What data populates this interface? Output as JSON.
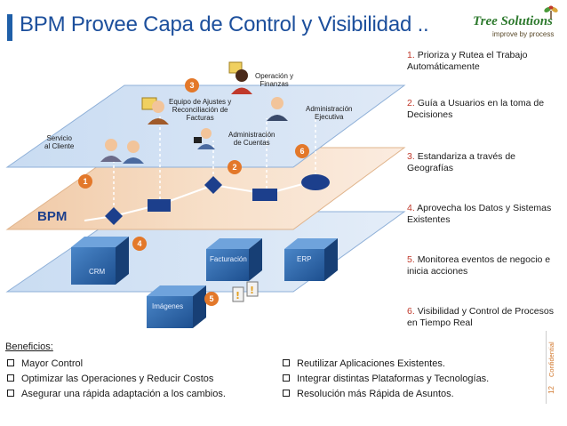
{
  "header": {
    "title": "BPM Provee Capa de Control y Visibilidad ..",
    "logo_name": "Tree Solutions",
    "logo_tagline": "improve by process"
  },
  "diagram": {
    "bpm_label": "BPM",
    "top_layer_labels": {
      "servicio": "Servicio\nal Cliente",
      "equipo": "Equipo de Ajustes y\nReconciliación de\nFacturas",
      "operacion": "Operación y\nFinanzas",
      "admin_ejecutiva": "Administración\nEjecutiva",
      "admin_cuentas": "Administración\nde Cuentas"
    },
    "systems": {
      "crm": "CRM",
      "facturacion": "Facturación",
      "erp": "ERP",
      "imagenes": "Imágenes"
    },
    "badges": [
      "1",
      "2",
      "3",
      "4",
      "5",
      "6"
    ]
  },
  "right_list": [
    {
      "num": "1.",
      "text": "Prioriza y Rutea el Trabajo Automáticamente"
    },
    {
      "num": "2.",
      "text": "Guía a Usuarios en la toma de Decisiones"
    },
    {
      "num": "3.",
      "text": "Estandariza a través de Geografías"
    },
    {
      "num": "4.",
      "text": "Aprovecha los Datos y Sistemas Existentes"
    },
    {
      "num": "5.",
      "text": "Monitorea eventos de negocio e inicia acciones"
    },
    {
      "num": "6.",
      "text": "Visibilidad y Control de Procesos en Tiempo Real"
    }
  ],
  "benefits": {
    "title": "Beneficios:",
    "left": [
      "Mayor Control",
      "Optimizar las Operaciones y Reducir Costos",
      "Asegurar una rápida adaptación a los cambios."
    ],
    "right": [
      "Reutilizar Aplicaciones Existentes.",
      "Integrar distintas Plataformas y Tecnologías.",
      "Resolución más Rápida de Asuntos."
    ]
  },
  "sidebar": {
    "confidential": "Confidential",
    "page": "12"
  },
  "colors": {
    "title_blue": "#1c4f9c",
    "badge_orange": "#e3782a",
    "number_red": "#c0392b",
    "logo_green": "#2e7a2e"
  }
}
